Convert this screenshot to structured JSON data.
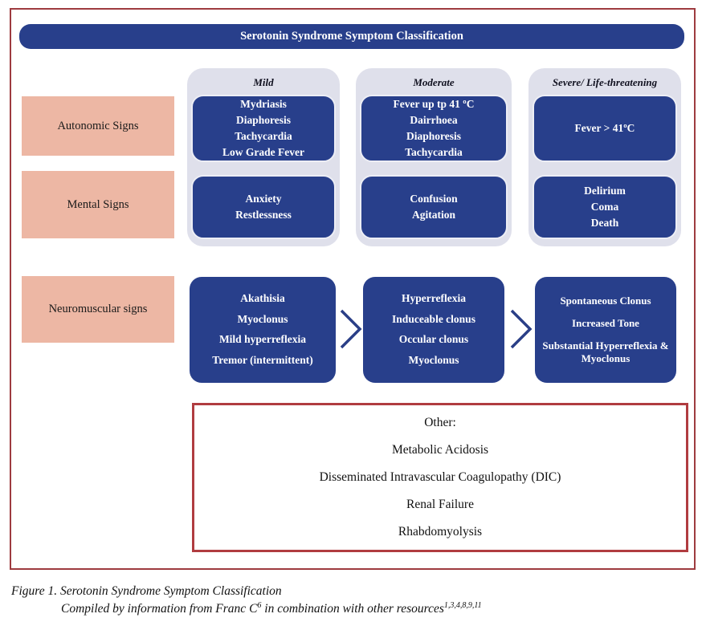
{
  "title": "Serotonin Syndrome Symptom Classification",
  "colors": {
    "navy_box": "#283f8b",
    "lavender_panel": "#dfe0eb",
    "pink_label": "#edb7a4",
    "outer_border_red": "#9e3b3f",
    "other_box_border_red": "#b03c40",
    "chevron_navy": "#2a3f87"
  },
  "columns": [
    {
      "label": "Mild"
    },
    {
      "label": "Moderate"
    },
    {
      "label": "Severe/ Life-threatening"
    }
  ],
  "rows": [
    {
      "label": "Autonomic Signs"
    },
    {
      "label": "Mental Signs"
    },
    {
      "label": "Neuromuscular signs"
    }
  ],
  "cells": {
    "autonomic": {
      "mild": [
        "Mydriasis",
        "Diaphoresis",
        "Tachycardia",
        "Low Grade Fever"
      ],
      "moderate": [
        "Fever up tp 41 ºC",
        "Dairrhoea",
        "Diaphoresis",
        "Tachycardia"
      ],
      "severe": [
        "Fever > 41ºC"
      ]
    },
    "mental": {
      "mild": [
        "Anxiety",
        "Restlessness"
      ],
      "moderate": [
        "Confusion",
        "Agitation"
      ],
      "severe": [
        "Delirium",
        "Coma",
        "Death"
      ]
    },
    "neuromuscular": {
      "mild": [
        "Akathisia",
        "Myoclonus",
        "Mild hyperreflexia",
        "Tremor (intermittent)"
      ],
      "moderate": [
        "Hyperreflexia",
        "Induceable clonus",
        "Occular clonus",
        "Myoclonus"
      ],
      "severe": [
        "Spontaneous Clonus",
        "Increased Tone",
        "Substantial Hyperreflexia & Myoclonus"
      ]
    }
  },
  "other_box": {
    "heading": "Other:",
    "items": [
      "Metabolic Acidosis",
      "Disseminated Intravascular Coagulopathy (DIC)",
      "Renal Failure",
      "Rhabdomyolysis"
    ]
  },
  "icons": {
    "chevron_right": ">"
  },
  "caption": {
    "line1": "Figure 1. Serotonin Syndrome Symptom Classification",
    "line2_prefix": "Compiled by information from Franc C",
    "line2_sup1": "6",
    "line2_mid": " in combination with other resources",
    "line2_sup2": "1,3,4,8,9,11"
  }
}
